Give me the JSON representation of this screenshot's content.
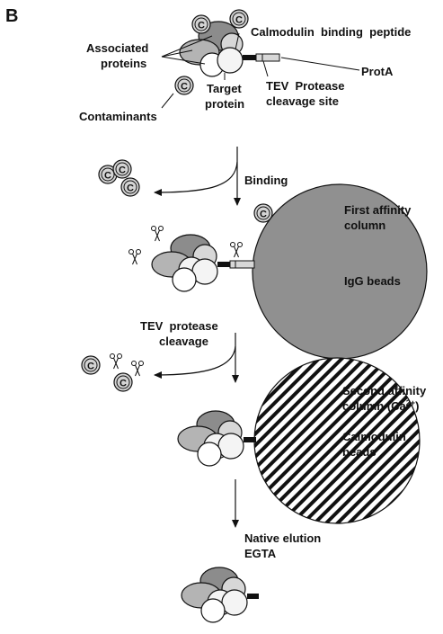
{
  "panel_label": "B",
  "contaminant_symbol": "C",
  "colors": {
    "ink": "#111111",
    "dark_protein": "#8c8c8c",
    "mid_protein": "#b4b4b4",
    "light_protein": "#d7d7d7",
    "target_protein": "#f4f4f4",
    "igg_bead": "#909090",
    "contaminant_fill": "#d4d4d4",
    "calmodulin_hatch": "#111111"
  },
  "labels": {
    "calmodulin_binding_peptide": "Calmodulin  binding  peptide",
    "associated_proteins_1": "Associated",
    "associated_proteins_2": "proteins",
    "protA": "ProtA",
    "target_protein_1": "Target",
    "target_protein_2": "protein",
    "tev_site_1": "TEV  Protease",
    "tev_site_2": "cleavage site",
    "contaminants": "Contaminants",
    "binding": "Binding",
    "first_column_1": "First affinity",
    "first_column_2": "column",
    "igg_beads": "IgG beads",
    "tev_cleavage_1": "TEV  protease",
    "tev_cleavage_2": "cleavage",
    "second_column_1": "Second affinity",
    "second_column_2": "column (Ca",
    "second_column_sup": "2+",
    "second_column_close": ")",
    "calmodulin_beads_1": "Calmodulin",
    "calmodulin_beads_2": "beads",
    "native_elution_1": "Native elution",
    "native_elution_2": "EGTA"
  }
}
